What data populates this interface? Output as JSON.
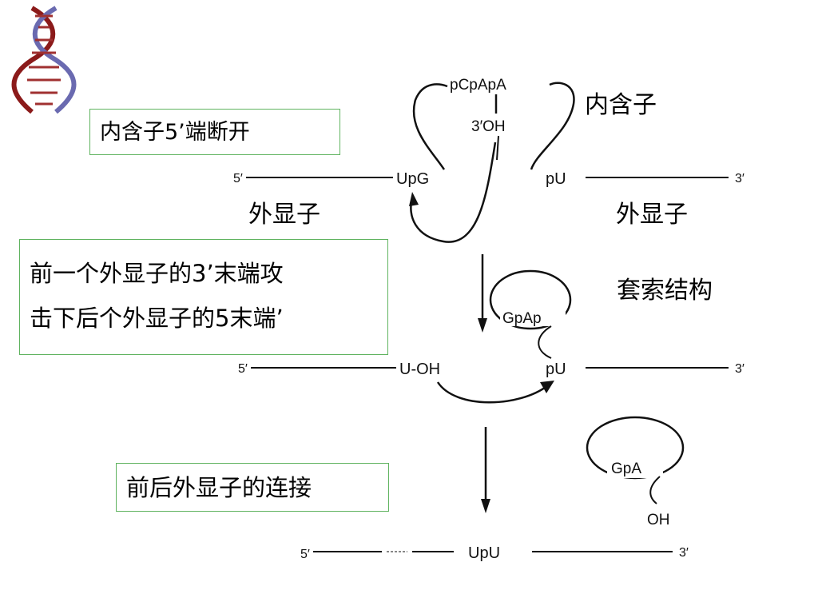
{
  "captions": {
    "intron_5_cleave": "内含子5’端断开",
    "attack_line1": "前一个外显子的3’末端攻",
    "attack_line2": "击下后个外显子的5末端’",
    "ligation": "前后外显子的连接"
  },
  "labels": {
    "intron": "内含子",
    "exon_left": "外显子",
    "exon_right": "外显子",
    "lariat": "套索结构"
  },
  "diagram": {
    "intron_seq": "pCpApA",
    "oh_3": "3′OH",
    "upg": "UpG",
    "pu1": "pU",
    "five_prime": "5′",
    "three_prime": "3′",
    "u_oh": "U-OH",
    "gpap": "GpAp",
    "pu2": "pU",
    "gpa": "GpA",
    "oh": "OH",
    "upu": "UpU"
  },
  "icons": {
    "corner": "dna-helix-icon"
  }
}
